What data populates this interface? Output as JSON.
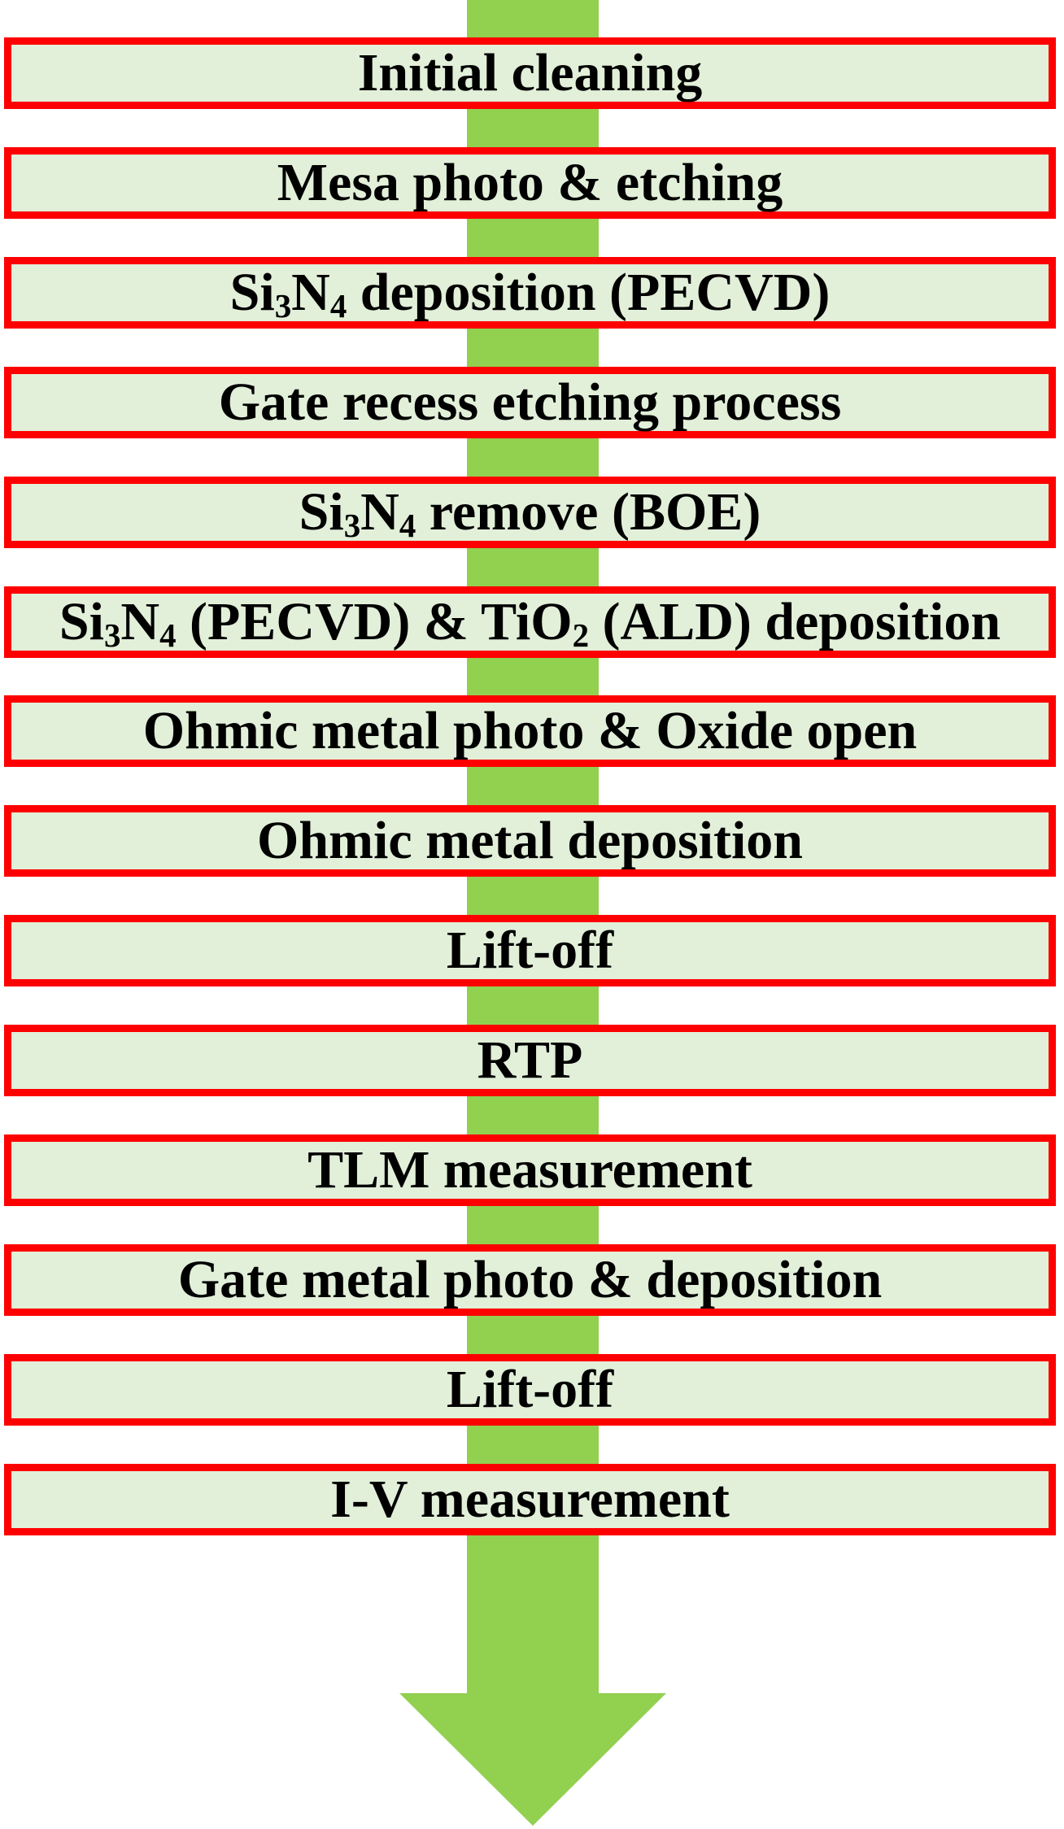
{
  "colors": {
    "arrow": "#92d050",
    "box_fill": "#e2efd9",
    "box_border": "#ff0000",
    "text": "#000000"
  },
  "steps": [
    {
      "parts": [
        {
          "t": "Initial cleaning"
        }
      ]
    },
    {
      "parts": [
        {
          "t": "Mesa photo & etching"
        }
      ]
    },
    {
      "parts": [
        {
          "t": "Si"
        },
        {
          "t": "3",
          "sub": true
        },
        {
          "t": "N"
        },
        {
          "t": "4",
          "sub": true
        },
        {
          "t": " deposition (PECVD)"
        }
      ]
    },
    {
      "parts": [
        {
          "t": "Gate recess etching process"
        }
      ]
    },
    {
      "parts": [
        {
          "t": "Si"
        },
        {
          "t": "3",
          "sub": true
        },
        {
          "t": "N"
        },
        {
          "t": "4",
          "sub": true
        },
        {
          "t": " remove (BOE)"
        }
      ]
    },
    {
      "parts": [
        {
          "t": "Si"
        },
        {
          "t": "3",
          "sub": true
        },
        {
          "t": "N"
        },
        {
          "t": "4",
          "sub": true
        },
        {
          "t": " (PECVD) & TiO"
        },
        {
          "t": "2",
          "sub": true
        },
        {
          "t": " (ALD) deposition"
        }
      ]
    },
    {
      "parts": [
        {
          "t": "Ohmic metal photo & Oxide open"
        }
      ]
    },
    {
      "parts": [
        {
          "t": "Ohmic metal deposition"
        }
      ]
    },
    {
      "parts": [
        {
          "t": "Lift-off"
        }
      ]
    },
    {
      "parts": [
        {
          "t": "RTP"
        }
      ]
    },
    {
      "parts": [
        {
          "t": "TLM measurement"
        }
      ]
    },
    {
      "parts": [
        {
          "t": "Gate metal photo & deposition"
        }
      ]
    },
    {
      "parts": [
        {
          "t": "Lift-off"
        }
      ]
    },
    {
      "parts": [
        {
          "t": "I-V measurement"
        }
      ]
    }
  ]
}
